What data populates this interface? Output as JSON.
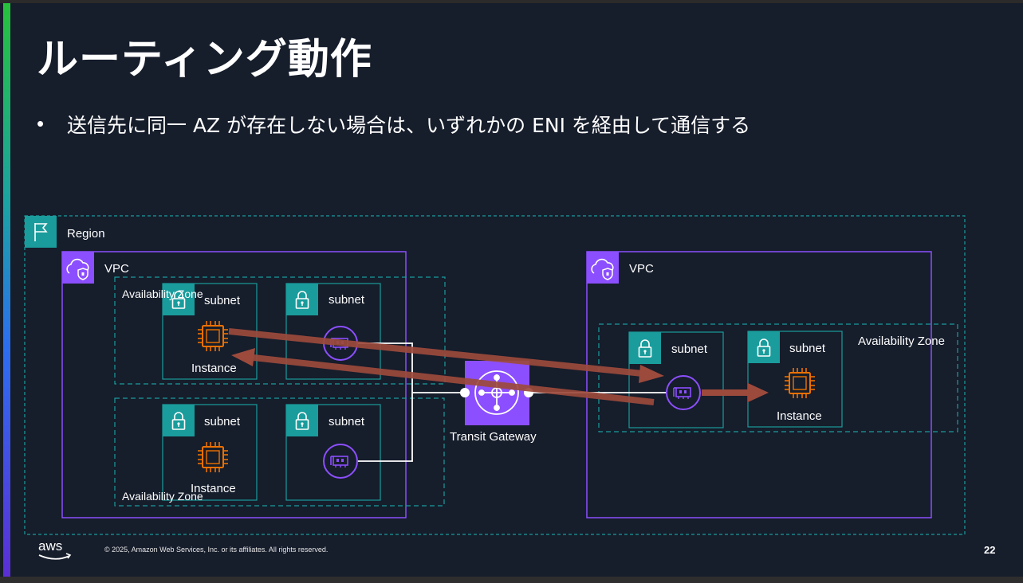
{
  "slide": {
    "title": "ルーティング動作",
    "bullet": "送信先に同一 AZ が存在しない場合は、いずれかの ENI を経由して通信する",
    "footer_copyright": "© 2025, Amazon Web Services, Inc. or its affiliates. All rights reserved.",
    "page_number": "22",
    "aws_logo_text": "aws"
  },
  "colors": {
    "background": "#161d2b",
    "region_border": "#1a9c9c",
    "vpc_border": "#8c4fff",
    "subnet_border": "#1a9c9c",
    "instance_orange": "#ed7100",
    "eni_purple": "#8c4fff",
    "tgw_purple": "#8c4fff",
    "flow_arrow": "#9c4a3c",
    "connector": "#ffffff"
  },
  "diagram": {
    "region_label": "Region",
    "vpc_left": {
      "label": "VPC",
      "az_top": {
        "label": "Availability Zone",
        "subnet_instance": {
          "label": "subnet",
          "instance_label": "Instance"
        },
        "subnet_eni": {
          "label": "subnet"
        }
      },
      "az_bottom": {
        "label": "Availability Zone",
        "subnet_instance": {
          "label": "subnet",
          "instance_label": "Instance"
        },
        "subnet_eni": {
          "label": "subnet"
        }
      }
    },
    "transit_gateway": {
      "label": "Transit Gateway"
    },
    "vpc_right": {
      "label": "VPC",
      "az": {
        "label": "Availability Zone",
        "subnet_eni": {
          "label": "subnet"
        },
        "subnet_instance": {
          "label": "subnet",
          "instance_label": "Instance"
        }
      }
    }
  }
}
